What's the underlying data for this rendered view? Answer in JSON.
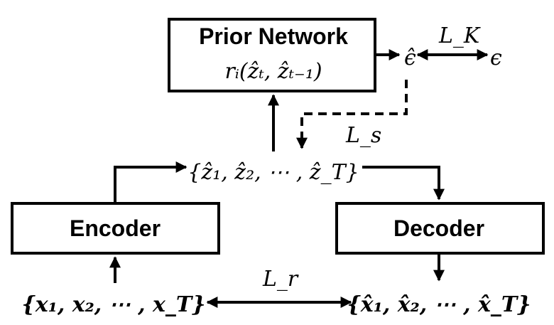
{
  "nodes": {
    "prior": {
      "title": "Prior Network",
      "formula": "rᵢ(ẑₜ, ẑₜ₋₁)"
    },
    "encoder": {
      "label": "Encoder"
    },
    "decoder": {
      "label": "Decoder"
    }
  },
  "symbols": {
    "eps_hat": "ϵ̂",
    "eps": "ϵ",
    "z_set": "{ẑ₁, ẑ₂, ⋯ , ẑ_T}",
    "x_set": "{x₁, x₂, ⋯ , x_T}",
    "x_hat_set": "{x̂₁, x̂₂, ⋯ , x̂_T}"
  },
  "losses": {
    "L_K": "L_K",
    "L_s": "L_s",
    "L_r": "L_r"
  }
}
